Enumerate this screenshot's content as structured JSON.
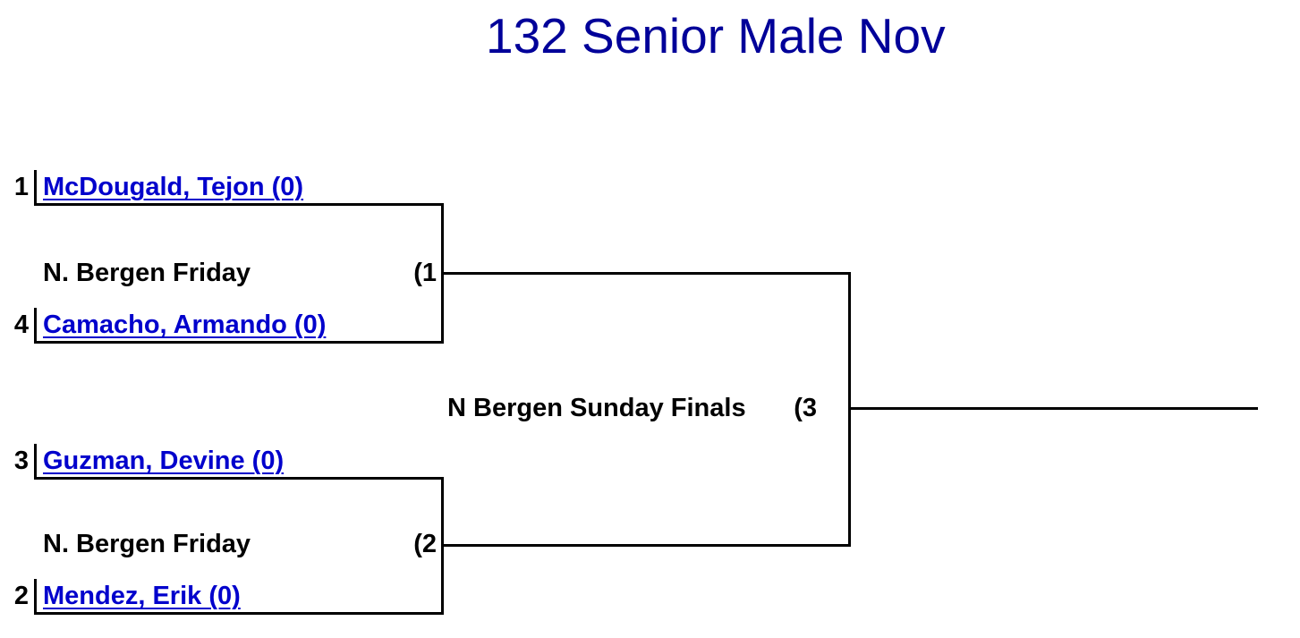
{
  "title": {
    "text": "132 Senior Male Nov",
    "color": "#000099"
  },
  "bracket": {
    "line_color": "#000000",
    "name_link_color": "#0000cc",
    "label_color": "#000000",
    "m1": {
      "top_seed": "1",
      "top_name": "McDougald, Tejon (0)",
      "label": "N. Bergen Friday",
      "number": "(1",
      "bottom_seed": "4",
      "bottom_name": "Camacho, Armando (0)"
    },
    "m2": {
      "top_seed": "3",
      "top_name": "Guzman, Devine (0)",
      "label": "N. Bergen Friday",
      "number": "(2",
      "bottom_seed": "2",
      "bottom_name": "Mendez, Erik (0)"
    },
    "final": {
      "label": "N Bergen Sunday Finals",
      "number": "(3"
    }
  }
}
